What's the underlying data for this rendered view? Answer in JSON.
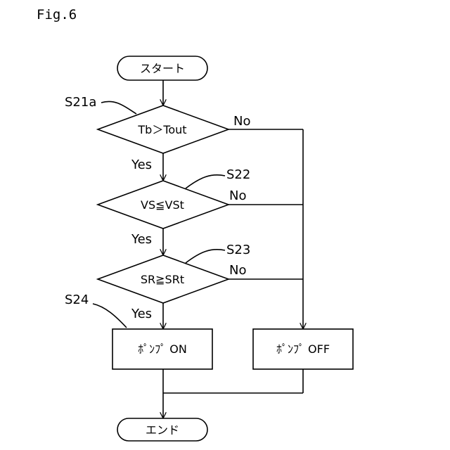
{
  "figure_label": "Fig.6",
  "nodes": {
    "start": "スタート",
    "d1": "Tb＞Tout",
    "d2": "VS≦VSt",
    "d3": "SR≧SRt",
    "pump_on": "ﾎﾟﾝﾌﾟ ON",
    "pump_off": "ﾎﾟﾝﾌﾟ OFF",
    "end": "エンド"
  },
  "step_labels": {
    "s21a": "S21a",
    "s22": "S22",
    "s23": "S23",
    "s24": "S24"
  },
  "edge_labels": {
    "yes1": "Yes",
    "yes2": "Yes",
    "yes3": "Yes",
    "no1": "No",
    "no2": "No",
    "no3": "No"
  }
}
